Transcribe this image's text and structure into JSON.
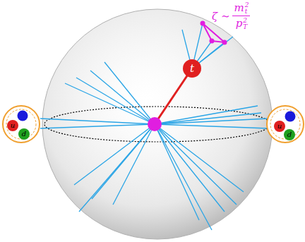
{
  "diagram": {
    "nodes": [
      {
        "text": [
          "t"
        ]
      },
      {
        "text": [
          "u"
        ]
      },
      {
        "text": [
          "d"
        ]
      },
      {
        "text": [
          "u"
        ]
      },
      {
        "text": [
          "d"
        ]
      }
    ],
    "labels": [
      "ζ ∼",
      "m",
      "2",
      "t",
      "p",
      "2",
      "T"
    ]
  }
}
